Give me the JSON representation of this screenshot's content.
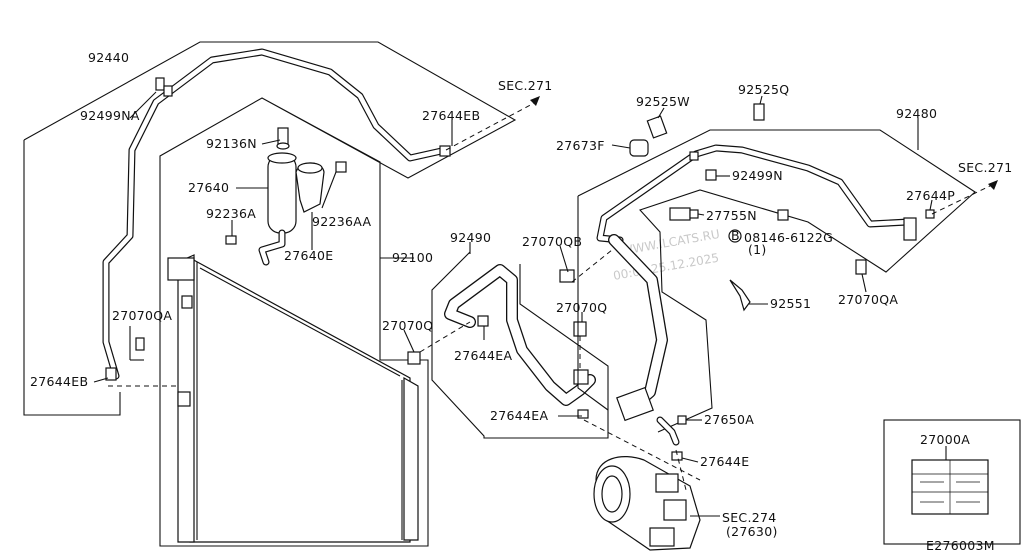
{
  "diagram_id": "E276003M",
  "watermark_line1": "WWW.ILCATS.RU",
  "watermark_line2": "00:05 25.12.2025",
  "labels": {
    "p92440": "92440",
    "p92499NA": "92499NA",
    "p92136N": "92136N",
    "p27640": "27640",
    "p92236A": "92236A",
    "p92236AA": "92236AA",
    "p27640E": "27640E",
    "p27644EB_top": "27644EB",
    "sec271_left": "SEC.271",
    "p92100": "92100",
    "p27070QA_left": "27070QA",
    "p27644EB_left": "27644EB",
    "p92490": "92490",
    "p27070QB": "27070QB",
    "p27070Q_mid": "27070Q",
    "p27070Q_left": "27070Q",
    "p27644EA_top": "27644EA",
    "p27644EA_bot": "27644EA",
    "p92525W": "92525W",
    "p27673F": "27673F",
    "p92525Q": "92525Q",
    "p92480": "92480",
    "p92499N": "92499N",
    "sec271_right": "SEC.271",
    "p27644P": "27644P",
    "p27755N": "27755N",
    "p08146": "08146-6122G",
    "p08146_qty": "(1)",
    "p08146_b": "B",
    "p92551": "92551",
    "p27070QA_right": "27070QA",
    "p27650A": "27650A",
    "p27644E": "27644E",
    "sec274": "SEC.274",
    "p27630": "(27630)",
    "p27000A": "27000A"
  }
}
